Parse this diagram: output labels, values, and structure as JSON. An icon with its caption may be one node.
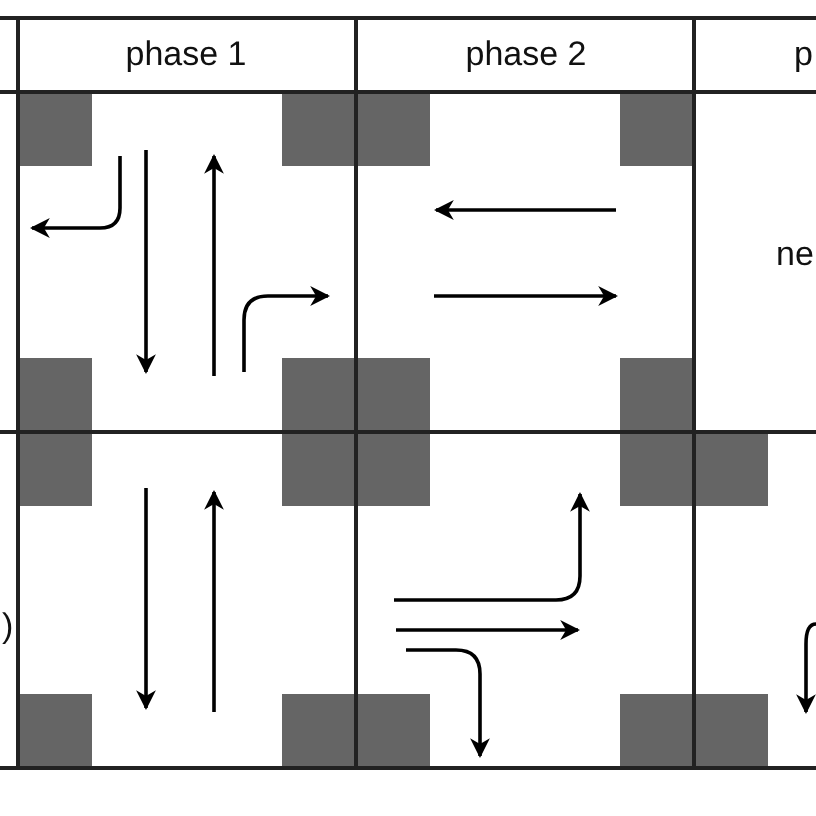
{
  "diagram": {
    "labels": [
      "phase 1",
      "phase 2",
      "p",
      "ne",
      ")"
    ]
  }
}
